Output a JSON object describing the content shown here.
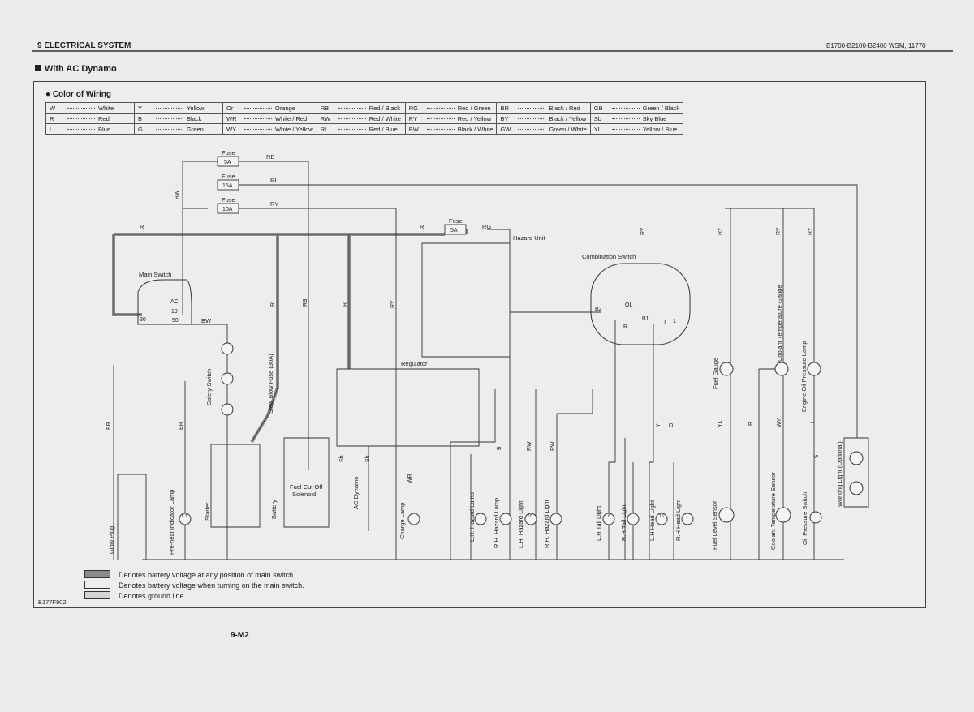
{
  "header": {
    "section": "9 ELECTRICAL SYSTEM",
    "models": "B1700·B2100·B2400  WSM, 11770",
    "subtitle": "With AC Dynamo"
  },
  "wiring": {
    "title": "Color of Wiring",
    "rows": [
      [
        [
          "W",
          "White"
        ],
        [
          "Y",
          "Yellow"
        ],
        [
          "Or",
          "Orange"
        ],
        [
          "RB",
          "Red / Black"
        ],
        [
          "RG",
          "Red / Green"
        ],
        [
          "BR",
          "Black / Red"
        ],
        [
          "GB",
          "Green / Black"
        ]
      ],
      [
        [
          "R",
          "Red"
        ],
        [
          "B",
          "Black"
        ],
        [
          "WR",
          "White / Red"
        ],
        [
          "RW",
          "Red / White"
        ],
        [
          "RY",
          "Red / Yellow"
        ],
        [
          "BY",
          "Black / Yellow"
        ],
        [
          "Sb",
          "Sky Blue"
        ]
      ],
      [
        [
          "L",
          "Blue"
        ],
        [
          "G",
          "Green"
        ],
        [
          "WY",
          "White / Yellow"
        ],
        [
          "RL",
          "Red / Blue"
        ],
        [
          "BW",
          "Black / White"
        ],
        [
          "GW",
          "Green / White"
        ],
        [
          "YL",
          "Yellow / Blue"
        ]
      ]
    ]
  },
  "labels": {
    "fuse": "Fuse",
    "fuse_5a": "5A",
    "fuse_15a": "15A",
    "fuse_10a": "10A",
    "rb": "RB",
    "rl": "RL",
    "ry": "RY",
    "r": "R",
    "rg": "RG",
    "rw": "RW",
    "br": "BR",
    "bw": "BW",
    "b": "B",
    "yl": "YL",
    "wy": "WY",
    "l": "L",
    "y": "Y",
    "or": "Or",
    "sb": "Sb",
    "wr": "WR",
    "ac": "AC",
    "t19": "19",
    "t30": "30",
    "t50": "50",
    "ol": "OL",
    "b2": "B2",
    "b1": "B1",
    "t1": "1",
    "tt": "T",
    "w": "W",
    "w17": "1.7",
    "w8": "8",
    "w15": "15",
    "w27": "27",
    "main_switch": "Main Switch",
    "hazard_unit": "Hazard Unit",
    "combination_switch": "Combination Switch",
    "regulator": "Regulator",
    "safety_switch": "Safety Switch",
    "slow_blow_fuse": "Slow Blow Fuse (30A)",
    "fuel_cut_off": "Fuel Cut Off",
    "solenoid": "Solenoid",
    "ac_dynamo": "AC Dynamo",
    "charge_lamp": "Charge Lamp",
    "glow_plug": "Glow Plug",
    "preheat_lamp": "Pre-heat Indicator Lamp",
    "starter": "Starter",
    "battery": "Battery",
    "lh_hazard_lamp": "L.H. Hazard Lamp",
    "rh_hazard_lamp": "R.H. Hazard Lamp",
    "lh_hazard_light": "L.H. Hazard Light",
    "rh_hazard_light": "R.H. Hazard Light",
    "lh_tail_light": "L.H Tail Light",
    "rh_tail_light": "R.H Tail Light",
    "lh_head_light": "L.H Head Light",
    "rh_head_light": "R.H Head Light",
    "fuel_level_sensor": "Fuel Level Sensor",
    "fuel_gauge": "Fuel Gauge",
    "coolant_temp_sensor": "Coolant Temperature Sensor",
    "coolant_temp_gauge": "Coolant Temperature Gauge",
    "oil_pressure_switch": "Oil Pressure Switch",
    "oil_pressure_lamp": "Engine Oil Pressure Lamp",
    "working_light": "Working Light (Optional)"
  },
  "legend": [
    "Denotes battery voltage at any position of main switch.",
    "Denotes battery voltage when turning on the main switch.",
    "Denotes ground line."
  ],
  "colors": {
    "always_on": "#8c8c8c",
    "switched": "#e2e2e2",
    "ground": "#d4d4d4"
  },
  "figure_id": "B177F902",
  "page_number": "9-M2"
}
